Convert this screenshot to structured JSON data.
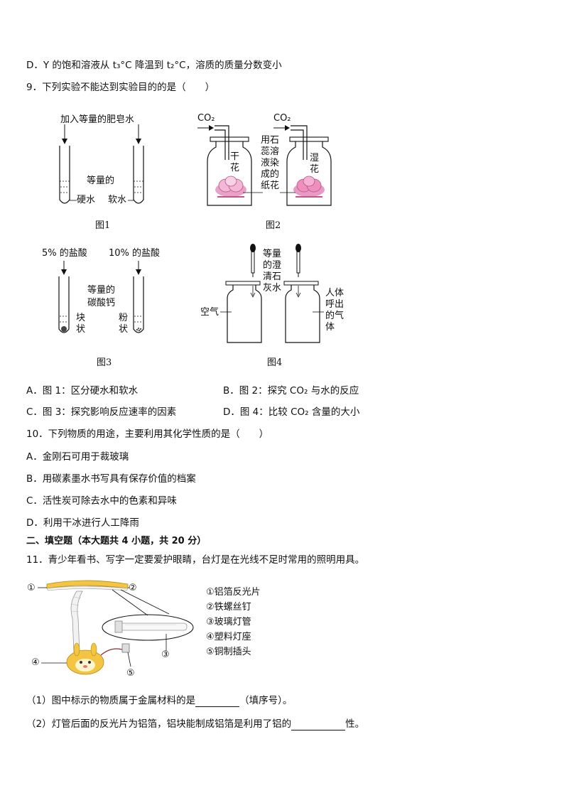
{
  "q8": {
    "option_d": "D．Y 的饱和溶液从 t₃°C 降温到 t₂°C，溶质的质量分数变小"
  },
  "q9": {
    "stem": "9．下列实验不能达到实验目的的是（　　）",
    "fig1": {
      "top_label": "加入等量的肥皂水",
      "mid_label": "等量的",
      "left_tube": "硬水",
      "right_tube": "软水",
      "caption": "图1"
    },
    "fig2": {
      "co2_left": "CO₂",
      "co2_right": "CO₂",
      "dry_flower": "干花",
      "wet_flower": "湿花",
      "center_label": "用石蕊溶液染成的纸花",
      "caption": "图2"
    },
    "fig3": {
      "left_acid": "5% 的盐酸",
      "right_acid": "10% 的盐酸",
      "mid_label_1": "等量的",
      "mid_label_2": "碳酸钙",
      "block": "块状",
      "powder": "粉状",
      "caption": "图3"
    },
    "fig4": {
      "center_label": "等量的澄清石灰水",
      "air": "空气",
      "breath": "人体呼出的气体",
      "caption": "图4"
    },
    "options": {
      "a": "A．图 1：区分硬水和软水",
      "b": "B．图 2：探究 CO₂ 与水的反应",
      "c": "C．图 3：探究影响反应速率的因素",
      "d": "D．图 4：比较 CO₂ 含量的大小"
    }
  },
  "q10": {
    "stem": "10．下列物质的用途，主要利用其化学性质的是（　　）",
    "a": "A．金刚石可用于裁玻璃",
    "b": "B．用碳素墨水书写具有保存价值的档案",
    "c": "C．活性炭可除去水中的色素和异味",
    "d": "D．利用干冰进行人工降雨"
  },
  "section2": {
    "title": "二、填空题（本大题共 4 小题，共 20 分）"
  },
  "q11": {
    "stem": "11．青少年看书、写字一定要爱护眼睛，台灯是在光线不足时常用的照明用具。",
    "markers": [
      "①",
      "②",
      "③",
      "④",
      "⑤"
    ],
    "legend": [
      "①铝箔反光片",
      "②铁螺丝钉",
      "③玻璃灯管",
      "④塑料灯座",
      "⑤铜制插头"
    ],
    "sub1_before": "（1）图中标示的物质属于金属材料的是",
    "sub1_after": "（填序号）。",
    "sub2_before": "（2）灯管后面的反光片为铝箔，铝块能制成铝箔是利用了铝的",
    "sub2_after": "性。"
  },
  "colors": {
    "flower_pink": "#e58fc0",
    "lamp_yellow": "#f4c542",
    "lamp_white": "#f2f2f2",
    "ink": "#111111"
  }
}
